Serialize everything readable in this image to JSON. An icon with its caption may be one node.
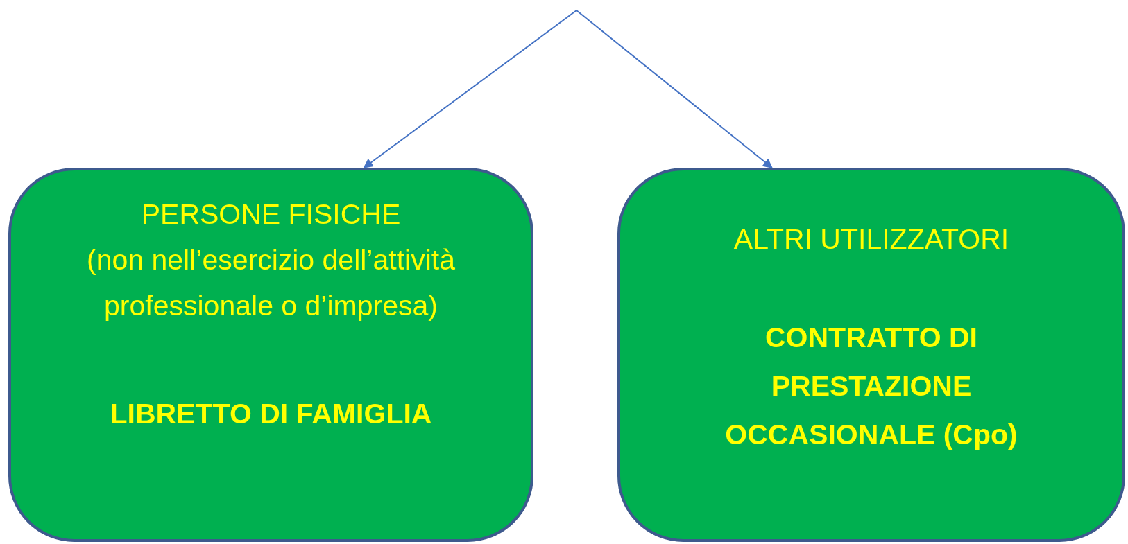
{
  "diagram": {
    "nodes": [
      {
        "text": [
          "PERSONE FISICHE",
          "(non nell’esercizio dell’attività professionale o d’impresa)",
          "LIBRETTO DI FAMIGLIA"
        ]
      },
      {
        "text": [
          "ALTRI UTILIZZATORI",
          "CONTRATTO DI PRESTAZIONE OCCASIONALE (Cpo)"
        ]
      }
    ],
    "edges": [
      {
        "from": null,
        "to": 0,
        "arrow": "to"
      },
      {
        "from": null,
        "to": 1,
        "arrow": "to"
      }
    ]
  }
}
